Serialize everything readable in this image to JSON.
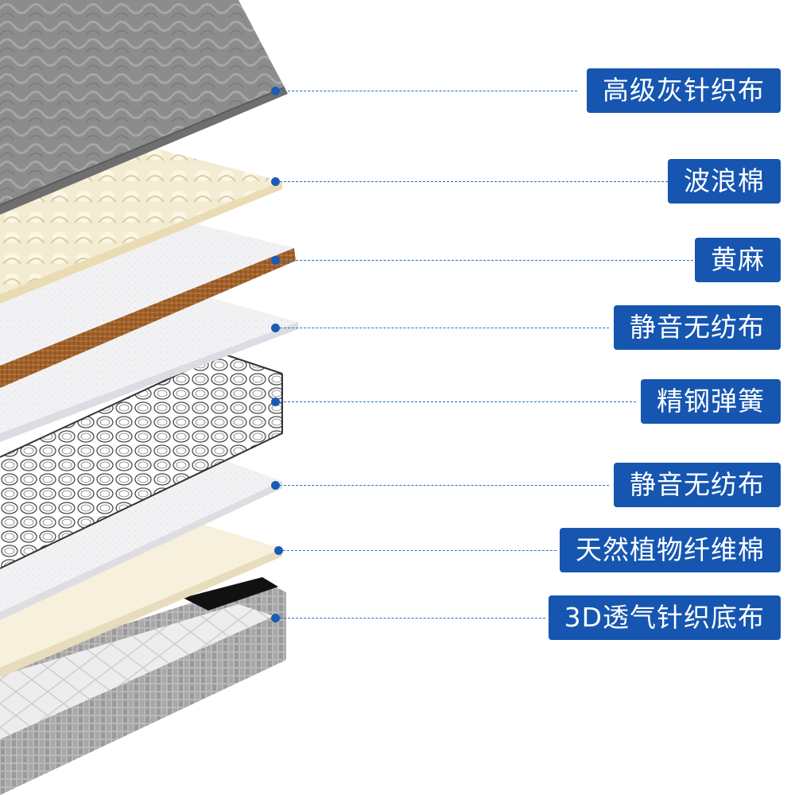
{
  "layers": [
    {
      "label": "高级灰针织布"
    },
    {
      "label": "波浪棉"
    },
    {
      "label": "黄麻"
    },
    {
      "label": "静音无纺布"
    },
    {
      "label": "精钢弹簧"
    },
    {
      "label": "静音无纺布"
    },
    {
      "label": "天然植物纤维棉"
    },
    {
      "label": "3D透气针织底布"
    }
  ],
  "colors": {
    "label_bg": "#1656b0",
    "callout": "#2c6fc4",
    "knit_gray": "#8f8f8f",
    "foam_cream": "#f3ead0",
    "jute_brown": "#9a5a22",
    "nonwoven_white": "#f4f4f6",
    "fiber_cream": "#f6f0dc"
  }
}
